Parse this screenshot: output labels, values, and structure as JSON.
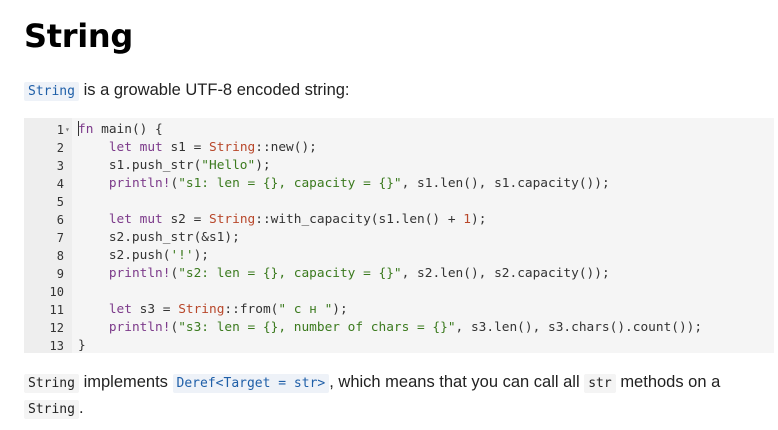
{
  "title": "String",
  "intro": {
    "code": "String",
    "text": "is a growable UTF-8 encoded string:"
  },
  "editor": {
    "lines": [
      {
        "n": "1",
        "tokens": [
          [
            "kw",
            "fn"
          ],
          [
            "p",
            " main() {"
          ]
        ]
      },
      {
        "n": "2",
        "tokens": [
          [
            "p",
            "    "
          ],
          [
            "kw",
            "let mut"
          ],
          [
            "p",
            " s1 = "
          ],
          [
            "ty",
            "String"
          ],
          [
            "p",
            "::new();"
          ]
        ]
      },
      {
        "n": "3",
        "tokens": [
          [
            "p",
            "    s1.push_str("
          ],
          [
            "str",
            "\"Hello\""
          ],
          [
            "p",
            ");"
          ]
        ]
      },
      {
        "n": "4",
        "tokens": [
          [
            "p",
            "    "
          ],
          [
            "mac",
            "println!"
          ],
          [
            "p",
            "("
          ],
          [
            "str",
            "\"s1: len = {}, capacity = {}\""
          ],
          [
            "p",
            ", s1.len(), s1.capacity());"
          ]
        ]
      },
      {
        "n": "5",
        "tokens": []
      },
      {
        "n": "6",
        "tokens": [
          [
            "p",
            "    "
          ],
          [
            "kw",
            "let mut"
          ],
          [
            "p",
            " s2 = "
          ],
          [
            "ty",
            "String"
          ],
          [
            "p",
            "::with_capacity(s1.len() + "
          ],
          [
            "num",
            "1"
          ],
          [
            "p",
            ");"
          ]
        ]
      },
      {
        "n": "7",
        "tokens": [
          [
            "p",
            "    s2.push_str(&s1);"
          ]
        ]
      },
      {
        "n": "8",
        "tokens": [
          [
            "p",
            "    s2.push("
          ],
          [
            "str",
            "'!'"
          ],
          [
            "p",
            ");"
          ]
        ]
      },
      {
        "n": "9",
        "tokens": [
          [
            "p",
            "    "
          ],
          [
            "mac",
            "println!"
          ],
          [
            "p",
            "("
          ],
          [
            "str",
            "\"s2: len = {}, capacity = {}\""
          ],
          [
            "p",
            ", s2.len(), s2.capacity());"
          ]
        ]
      },
      {
        "n": "10",
        "tokens": []
      },
      {
        "n": "11",
        "tokens": [
          [
            "p",
            "    "
          ],
          [
            "kw",
            "let"
          ],
          [
            "p",
            " s3 = "
          ],
          [
            "ty",
            "String"
          ],
          [
            "p",
            "::from("
          ],
          [
            "str",
            "\" с н \""
          ],
          [
            "p",
            ");"
          ]
        ]
      },
      {
        "n": "12",
        "tokens": [
          [
            "p",
            "    "
          ],
          [
            "mac",
            "println!"
          ],
          [
            "p",
            "("
          ],
          [
            "str",
            "\"s3: len = {}, number of chars = {}\""
          ],
          [
            "p",
            ", s3.len(), s3.chars().count());"
          ]
        ]
      },
      {
        "n": "13",
        "tokens": [
          [
            "p",
            "}"
          ]
        ]
      }
    ],
    "fold_icon": "chevron-down-icon"
  },
  "description": {
    "code1": "String",
    "text1": "implements",
    "code2": "Deref<Target = str>",
    "text2": ", which means that you can call all",
    "code3": "str",
    "text3": "methods on a",
    "code4": "String",
    "text4": "."
  }
}
